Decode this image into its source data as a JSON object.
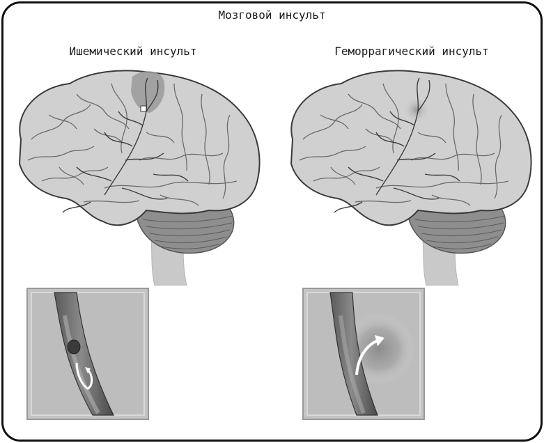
{
  "title": "Мозговой инсульт",
  "panels": [
    {
      "heading": "Ишемический инсульт"
    },
    {
      "heading": "Геморрагический инсульт"
    }
  ]
}
